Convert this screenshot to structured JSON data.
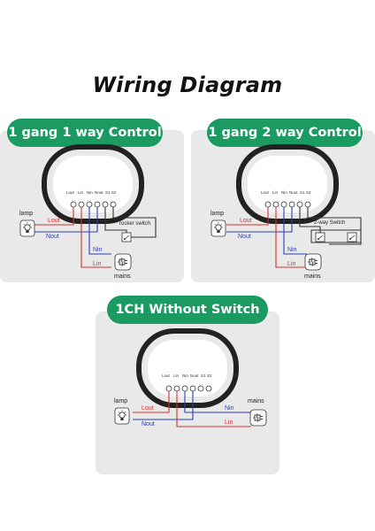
{
  "title": "Wiring Diagram",
  "panels": [
    {
      "heading": "1 gang 1 way Control",
      "terminals": [
        "Lout",
        "Lin",
        "Nin",
        "Nout",
        "S1",
        "S2"
      ],
      "labels": {
        "lamp": "lamp",
        "lout": "Lout",
        "nout": "Nout",
        "nin": "Nin",
        "lin": "Lin",
        "mains": "mains",
        "switch": "rocker switch"
      }
    },
    {
      "heading": "1 gang 2 way Control",
      "terminals": [
        "Lout",
        "Lin",
        "Nin",
        "Nout",
        "S1",
        "S2"
      ],
      "labels": {
        "lamp": "lamp",
        "lout": "Lout",
        "nout": "Nout",
        "nin": "Nin",
        "lin": "Lin",
        "mains": "mains",
        "switch": "2-way Switch"
      }
    },
    {
      "heading": "1CH Without Switch",
      "terminals": [
        "Lout",
        "Lin",
        "Nin",
        "Nout",
        "S1",
        "S2"
      ],
      "labels": {
        "lamp": "lamp",
        "lout": "Lout",
        "nout": "Nout",
        "nin": "Nin",
        "lin": "Lin",
        "mains": "mains"
      }
    }
  ],
  "colors": {
    "accent": "#1b9a62",
    "live": "#d2322d",
    "neutral": "#2b3fb8",
    "wire": "#333333",
    "panel": "#e9e9e9"
  }
}
